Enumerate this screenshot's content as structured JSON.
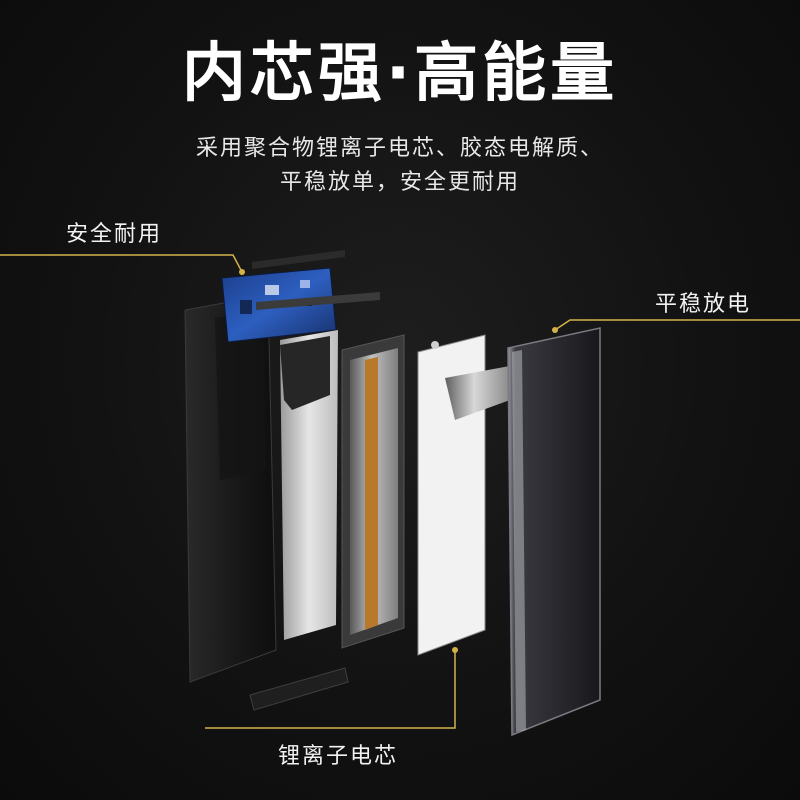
{
  "title": "内芯强·高能量",
  "subtitle": {
    "line1": "采用聚合物锂离子电芯、胶态电解质、",
    "line2": "平稳放单，安全更耐用"
  },
  "callouts": {
    "safety": "安全耐用",
    "discharge": "平稳放电",
    "cell": "锂离子电芯"
  },
  "colors": {
    "background": "#121212",
    "accent_line": "#d4b24a",
    "text": "#ffffff"
  }
}
